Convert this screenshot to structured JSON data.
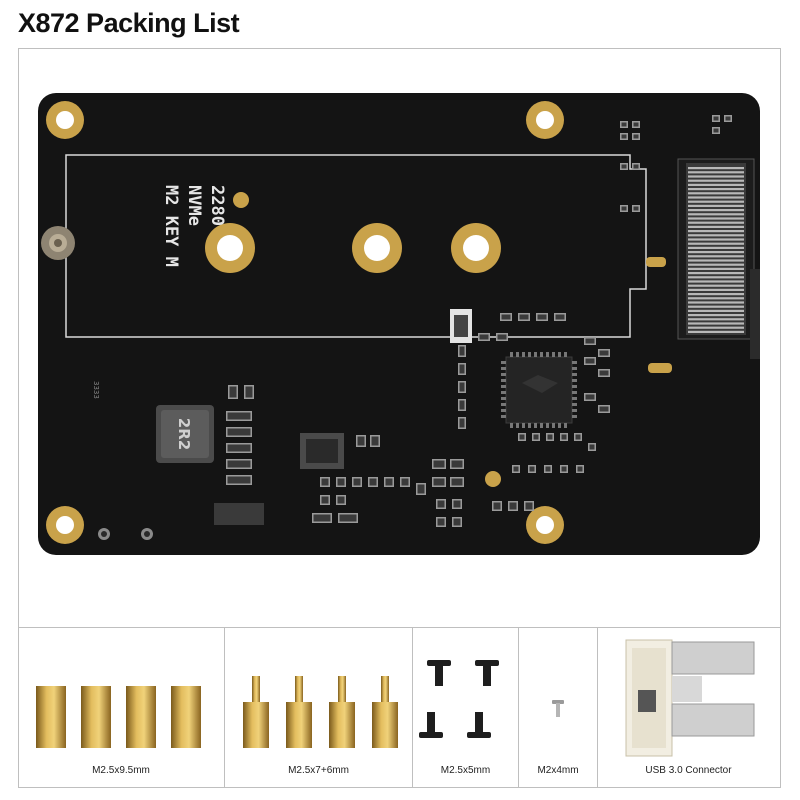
{
  "header": {
    "title": "X872 Packing List"
  },
  "board": {
    "silkscreen": [
      "M2 KEY M",
      "NVMe",
      "2280"
    ],
    "inductor_label": "2R2",
    "mark_text": "3333",
    "colors": {
      "pcb": "#141414",
      "gold": "#c9a24a",
      "silk": "#e6e6e6"
    }
  },
  "items": [
    {
      "label": "M2.5x9.5mm",
      "icon": "brass-standoff-icon"
    },
    {
      "label": "M2.5x7+6mm",
      "icon": "male-female-standoff-icon"
    },
    {
      "label": "M2.5x5mm",
      "icon": "black-screw-icon"
    },
    {
      "label": "M2x4mm",
      "icon": "small-screw-icon"
    },
    {
      "label": "USB 3.0 Connector",
      "icon": "usb-connector-icon"
    }
  ]
}
